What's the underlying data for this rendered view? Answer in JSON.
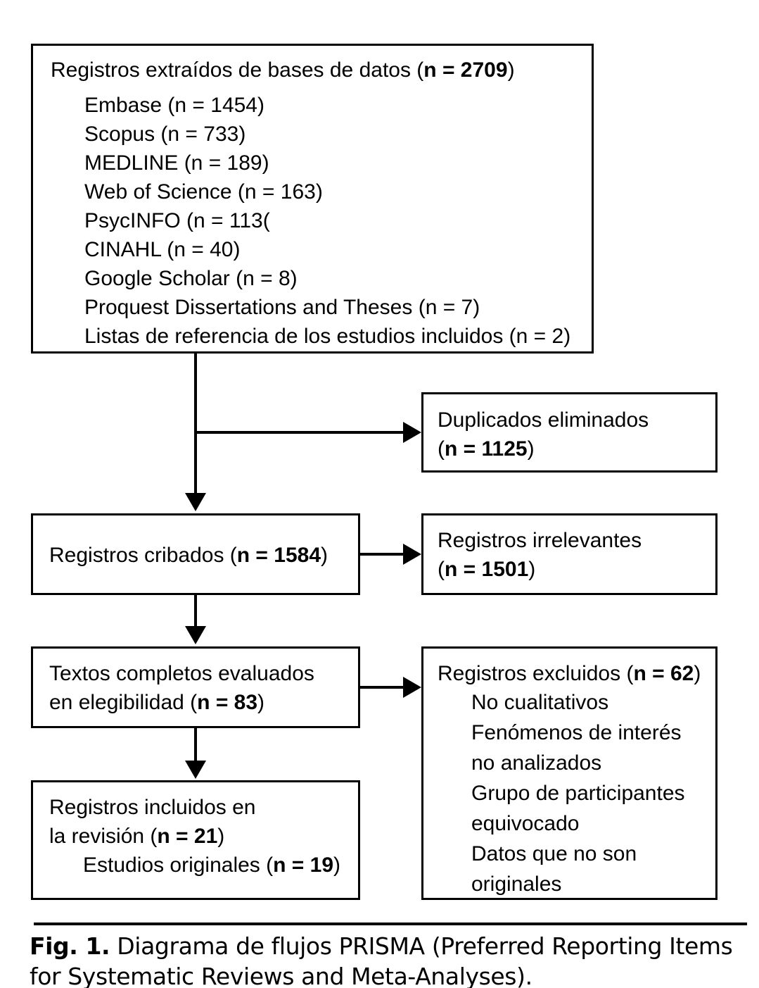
{
  "figure": {
    "caption_lead": "Fig. 1.",
    "caption_text": " Diagrama de flujos PRISMA (Preferred Reporting Items for Systematic Reviews and Meta-Analyses).",
    "type": "prisma-flow-diagram",
    "language": "es"
  },
  "identification": {
    "heading_prefix": "Registros extraídos de bases de datos (",
    "heading_n": "n = 2709",
    "heading_suffix": ")",
    "sources": [
      "Embase (n = 1454)",
      "Scopus (n = 733)",
      "MEDLINE (n = 189)",
      "Web of Science (n = 163)",
      "PsycINFO (n = 113(",
      "CINAHL (n = 40)",
      "Google Scholar (n = 8)",
      "Proquest Dissertations and Theses (n = 7)",
      "Listas de referencia de los estudios incluidos (n = 2)"
    ]
  },
  "duplicates": {
    "line1": "Duplicados eliminados",
    "n_prefix": "(",
    "n": "n = 1125",
    "n_suffix": ")"
  },
  "screening": {
    "label_prefix": "Registros cribados (",
    "n": "n = 1584",
    "label_suffix": ")"
  },
  "irrelevant": {
    "line1": "Registros irrelevantes",
    "n_prefix": "(",
    "n": "n = 1501",
    "n_suffix": ")"
  },
  "eligibility": {
    "line1": "Textos completos evaluados",
    "line2_prefix": "en elegibilidad (",
    "line2_n": "n = 83",
    "line2_suffix": ")"
  },
  "excluded": {
    "heading_prefix": "Registros excluidos (",
    "heading_n": "n = 62",
    "heading_suffix": ")",
    "reasons": [
      "No cualitativos",
      "Fenómenos de interés",
      "no analizados",
      "Grupo de participantes",
      "equivocado",
      "Datos que no son",
      "originales"
    ]
  },
  "included": {
    "line1": "Registros incluidos en",
    "line2_prefix": "la revisión (",
    "line2_n": "n = 21",
    "line2_suffix": ")",
    "line3_prefix": "Estudios originales (",
    "line3_n": "n = 19",
    "line3_suffix": ")"
  }
}
